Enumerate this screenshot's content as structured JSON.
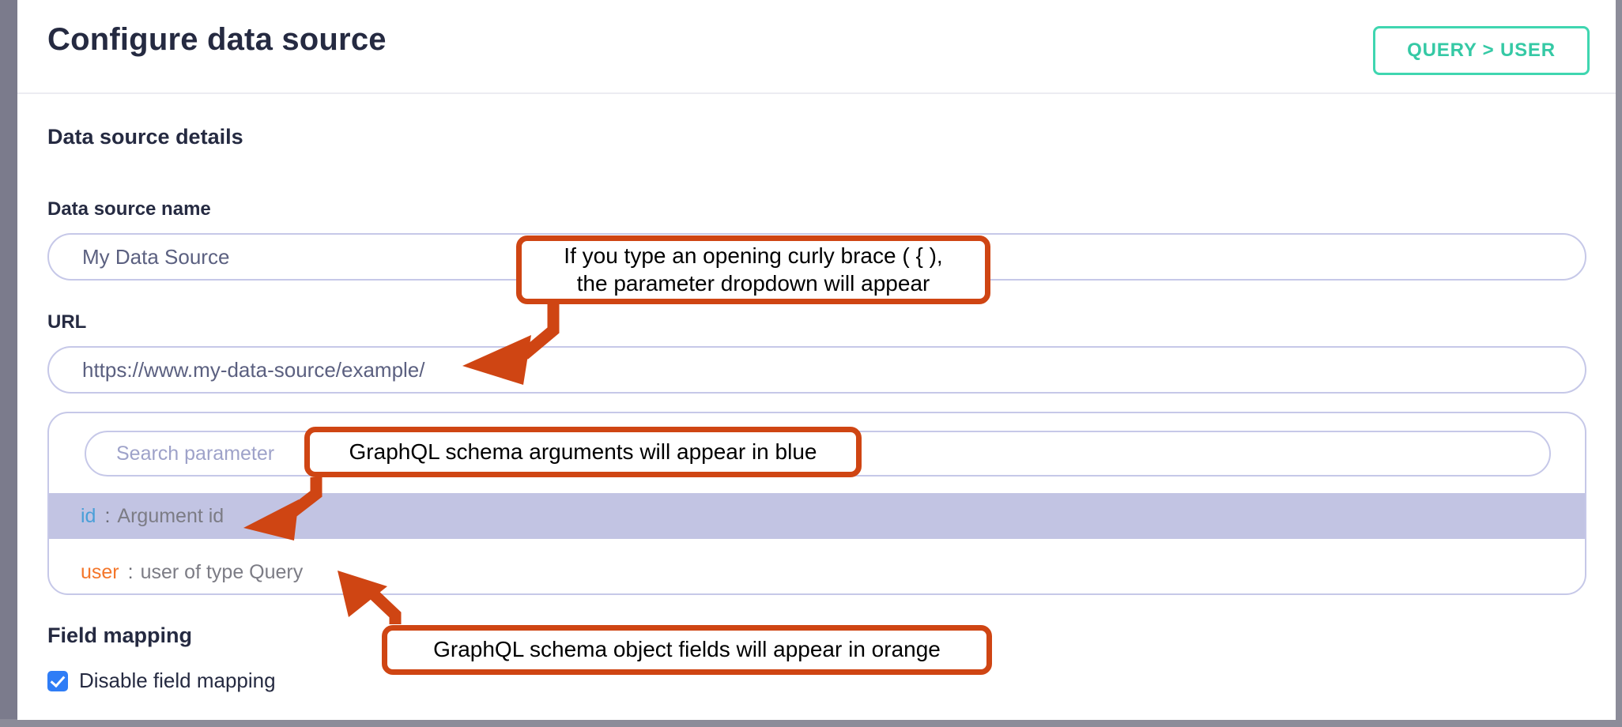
{
  "header": {
    "title": "Configure data source",
    "query_chip_label": "QUERY > USER"
  },
  "sections": {
    "data_source_details_title": "Data source details",
    "field_mapping_title": "Field mapping"
  },
  "fields": {
    "name": {
      "label": "Data source name",
      "value": "My Data Source"
    },
    "url": {
      "label": "URL",
      "value": "https://www.my-data-source/example/"
    }
  },
  "parameter_dropdown": {
    "search_placeholder": "Search parameter",
    "rows": [
      {
        "key": "id",
        "separator": ":",
        "description": "Argument id",
        "key_color": "#4a9fd8",
        "selected": true
      },
      {
        "key": "user",
        "separator": ":",
        "description": "user of type Query",
        "key_color": "#f4762a",
        "selected": false
      }
    ]
  },
  "field_mapping": {
    "checkbox_label": "Disable field mapping",
    "checked": true
  },
  "annotations": [
    {
      "id": "callout-brace",
      "line1": "If you type an opening curly brace ( { ),",
      "line2": "the parameter dropdown will appear"
    },
    {
      "id": "callout-blue",
      "line1": "GraphQL schema arguments will appear in blue",
      "line2": ""
    },
    {
      "id": "callout-orange",
      "line1": "GraphQL schema object fields will appear in orange",
      "line2": ""
    }
  ],
  "colors": {
    "annotation": "#cf4513",
    "accent_teal": "#35c9a5",
    "checkbox_blue": "#2f7df6",
    "border_lavender": "#c6c8e8",
    "row_highlight": "#c2c4e3",
    "text_dark": "#252a41"
  }
}
